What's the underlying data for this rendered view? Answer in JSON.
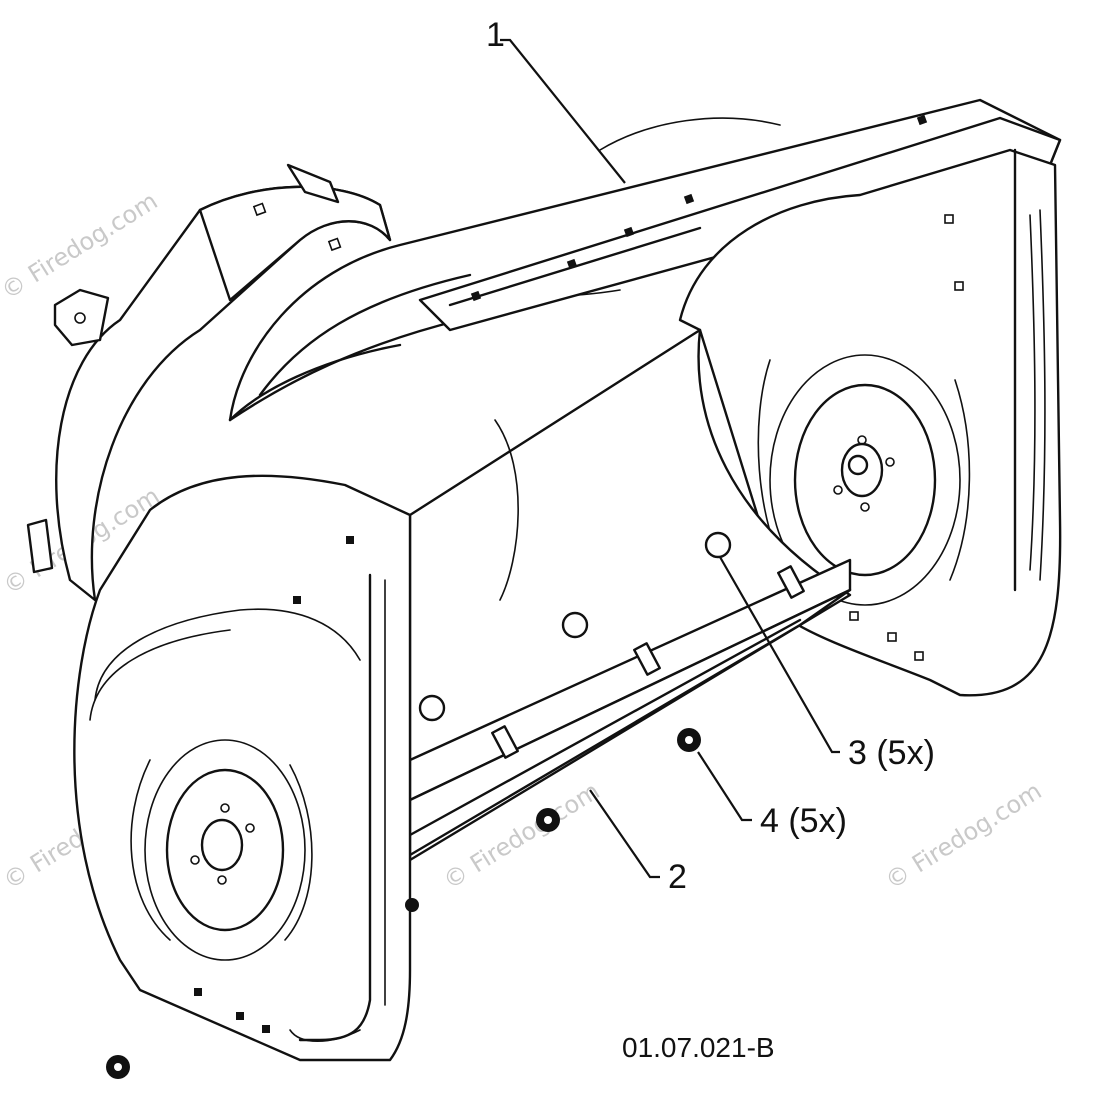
{
  "callouts": [
    {
      "id": "1",
      "label": "1"
    },
    {
      "id": "2",
      "label": "2"
    },
    {
      "id": "3",
      "label": "3 (5x)"
    },
    {
      "id": "4",
      "label": "4 (5x)"
    }
  ],
  "drawing_number": "01.07.021-B",
  "watermark_text": "© Firedog.com",
  "colors": {
    "ink": "#111111",
    "watermark": "#c9c9c9",
    "background": "#ffffff"
  }
}
